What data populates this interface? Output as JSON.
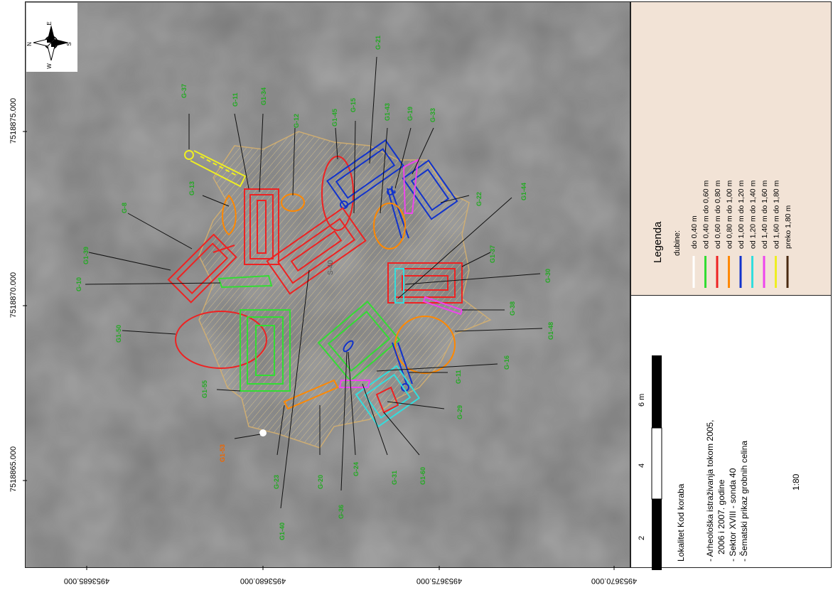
{
  "compass": {
    "n": "N",
    "e": "E",
    "s": "S",
    "w": "W"
  },
  "y_ticks": [
    "7518875.000",
    "7518870.000",
    "7518865.000"
  ],
  "x_ticks": [
    "4953685.000",
    "4953680.000",
    "4953675.000",
    "4953670.000"
  ],
  "center_label": "S-40",
  "grave_labels": {
    "g_37": "G-37",
    "g_11": "G-11",
    "g1_34": "G1-34",
    "g_12": "G-12",
    "g1_45": "G1-45",
    "g_15": "G-15",
    "g_21": "G-21",
    "g1_43": "G1-43",
    "g_19": "G-19",
    "g_33": "G-33",
    "g_13": "G-13",
    "g_8": "G-8",
    "g1_39": "G1-39",
    "g_22": "G-22",
    "g1_44": "G1-44",
    "g1_37": "G1-37",
    "g_10": "G-10",
    "g_30": "G-30",
    "g_38": "G-38",
    "g1_50": "G1-50",
    "g1_48": "G1-48",
    "g_16": "G-16",
    "g_11b": "G-11",
    "g1_55": "G1-55",
    "g_29": "G-29",
    "g1_53": "G1-53",
    "g_23": "G-23",
    "g_20": "G-20",
    "g_24": "G-24",
    "g_31": "G-31",
    "g1_60": "G1-60",
    "g_36": "G-36",
    "g1_40": "G1-40"
  },
  "legend": {
    "title": "Legenda",
    "subtitle": "dubine:",
    "items": [
      {
        "label": "do 0,40 m",
        "color": "#ffffff"
      },
      {
        "label": "od 0,40 m do 0,60 m",
        "color": "#33dd33"
      },
      {
        "label": "od 0,60 m do 0,80 m",
        "color": "#ee2222"
      },
      {
        "label": "od 0,80 m do 1,00 m",
        "color": "#ff8800"
      },
      {
        "label": "od 1,00 m do 1,20 m",
        "color": "#1133cc"
      },
      {
        "label": "od 1,20 m do 1,40 m",
        "color": "#33dddd"
      },
      {
        "label": "od 1,40 m do 1,60 m",
        "color": "#ee44ee"
      },
      {
        "label": "od 1,60 m do 1,80 m",
        "color": "#eeee22"
      },
      {
        "label": "preko 1,80 m",
        "color": "#4a2a10"
      }
    ]
  },
  "scalebar": {
    "labels": [
      "2",
      "4",
      "6 m"
    ]
  },
  "info": {
    "site": "Lokalitet Kod koraba",
    "line1": "- Arheološka istraživanja tokom 2005,",
    "line2": "2006 i 2007. godine",
    "line3": "- Sektor XVIII - sonda 40",
    "line4": "- Šematski prikaz grobnih celina",
    "scale": "1:80"
  }
}
